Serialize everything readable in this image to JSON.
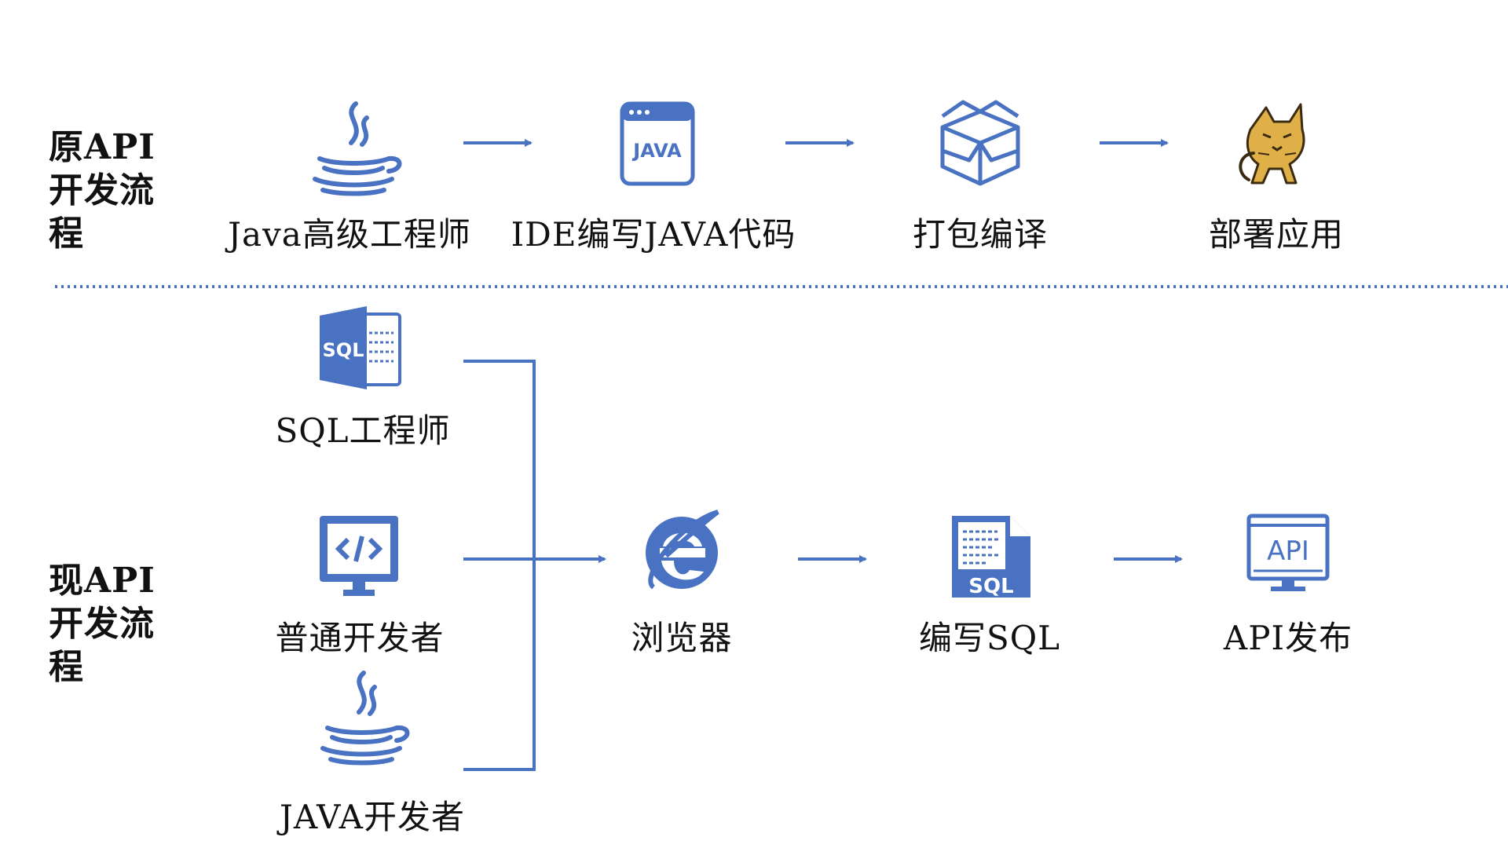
{
  "colors": {
    "accent": "#4a72c2",
    "text": "#111111",
    "tomcat_body": "#e0b048"
  },
  "legacy_flow": {
    "label": "原API开发流程",
    "steps": [
      {
        "icon": "java-cup-icon",
        "label": "Java高级工程师"
      },
      {
        "icon": "ide-window-icon",
        "label": "IDE编写JAVA代码"
      },
      {
        "icon": "package-box-icon",
        "label": "打包编译"
      },
      {
        "icon": "tomcat-icon",
        "label": "部署应用"
      }
    ]
  },
  "current_flow": {
    "label": "现API开发流程",
    "roles": [
      {
        "icon": "sql-file-icon",
        "label": "SQL工程师"
      },
      {
        "icon": "code-monitor-icon",
        "label": "普通开发者"
      },
      {
        "icon": "java-cup-icon",
        "label": "JAVA开发者"
      }
    ],
    "steps": [
      {
        "icon": "browser-e-icon",
        "label": "浏览器"
      },
      {
        "icon": "sql-document-icon",
        "label": "编写SQL"
      },
      {
        "icon": "api-monitor-icon",
        "label": "API发布"
      }
    ],
    "icon_texts": {
      "ide": "JAVA",
      "sql_file": "SQL",
      "sql_doc": "SQL",
      "api": "API"
    }
  }
}
